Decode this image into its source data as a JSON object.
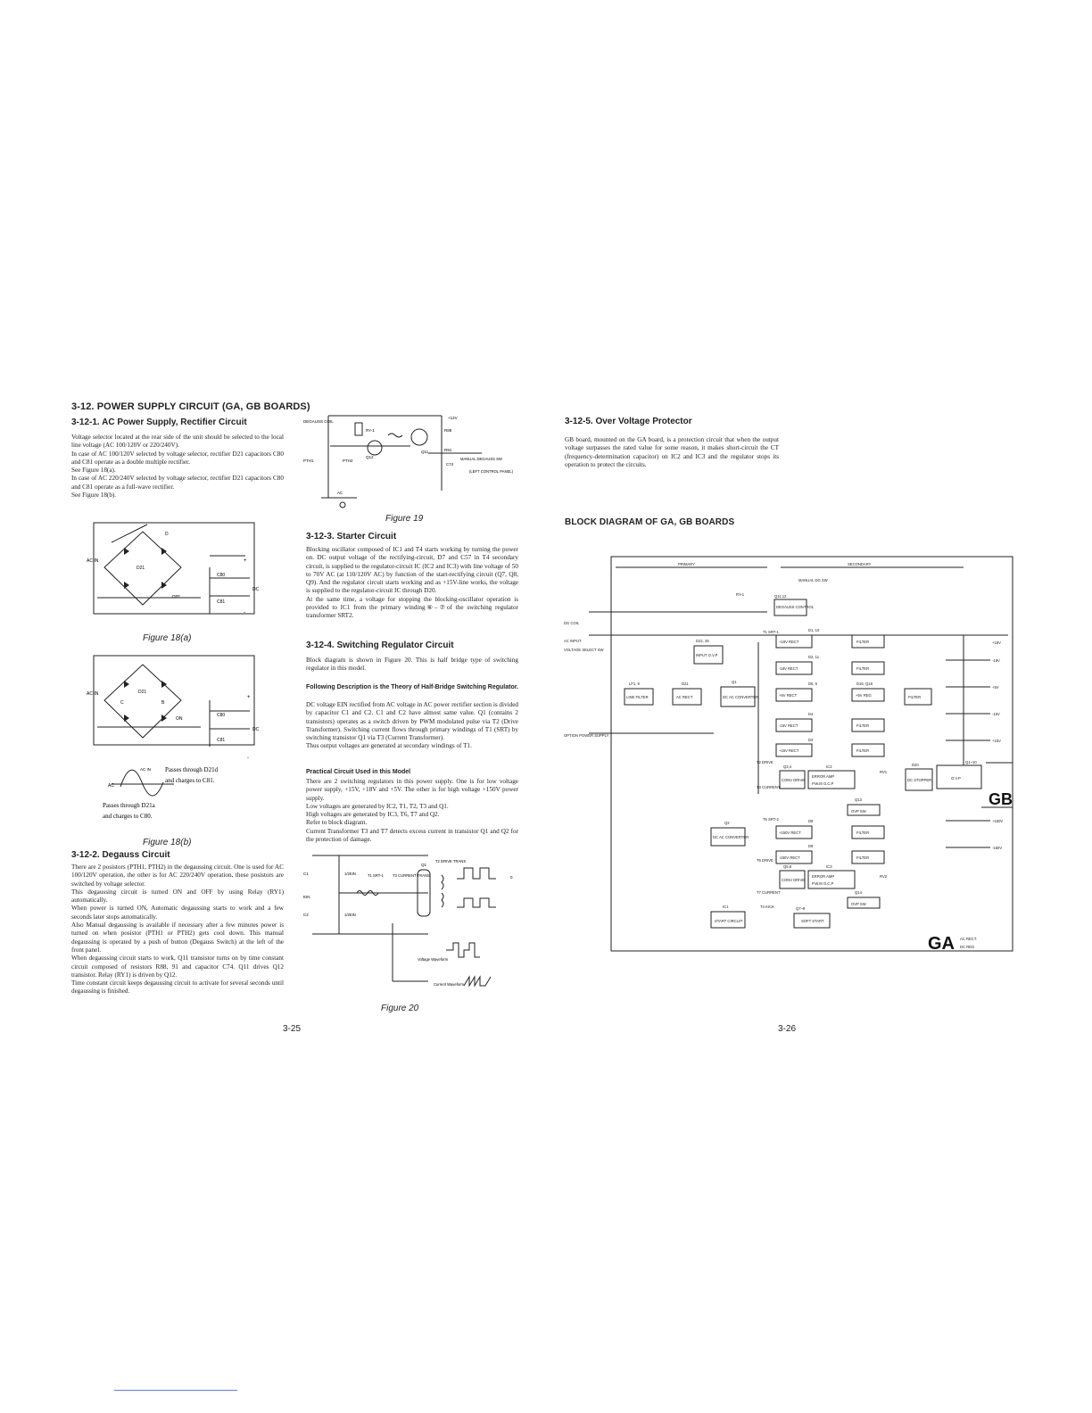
{
  "left_page": {
    "section_title": "3-12. POWER SUPPLY CIRCUIT (GA, GB BOARDS)",
    "s1_title": "3-12-1. AC Power Supply, Rectifier Circuit",
    "s1_lines": [
      "Voltage selector located at the rear side of the unit should be selected to the local line voltage (AC 100/120V or 220/240V).",
      "In case of AC 100/120V selected by voltage selector, rectifier D21 capacitors C80 and C81 operate as a double multiple rectifier.",
      "See Figure 18(a).",
      "In case of AC 220/240V selected by voltage selector, rectifier D21 capacitors C80 and C81 operate as a full-wave rectifier.",
      "See Figure 18(b)."
    ],
    "fig18a_caption": "Figure 18(a)",
    "fig18b_caption": "Figure 18(b)",
    "fig18": {
      "ac_in": "AC IN",
      "d": "D",
      "d21": "D21",
      "c80": "C80",
      "c81": "C81",
      "dc": "DC",
      "plus": "+",
      "minus": "-",
      "on": "ON",
      "off": "OFF",
      "c": "C",
      "b": "B",
      "wave_ac_in": "AC IN",
      "wave_ac": "AC",
      "passes_d21d": "Passes through D21d",
      "charges_c81": "and charges to C81.",
      "passes_d21a": "Passes through D21a",
      "charges_c80": "and charges to C80."
    },
    "s2_title": "3-12-2. Degauss Circuit",
    "s2_lines": [
      "There are 2 posistors (PTH1, PTH2) in the degaussing circuit. One is used for AC 100/120V operation, the other is for AC 220/240V operation, these posistors are switched by voltage selector.",
      "This degaussing circuit is turned ON and OFF by using Relay (RY1) automatically.",
      "When power is turned ON, Automatic degaussing starts to work and a few seconds later stops automatically.",
      "Also Manual degaussing is available if necessary after a few minutes power is turned on when posistor (PTH1 or PTH2) gets cool down. This manual degaussing is operated by a push of button (Degauss Switch) at the left of the front panel.",
      "When degaussing circuit starts to work, Q11 transistor turns on by time constant circuit composed of resistors R88, 91 and capacitor C74. Q11 drives Q12 transistor. Relay (RY1) is driven by Q12.",
      "Time constant circuit keeps degaussing circuit to activate for several seconds until degaussing is finished."
    ],
    "fig19_caption": "Figure 19",
    "fig19": {
      "degauss_coil": "DEGAUSS COIL",
      "ry1": "RY-1",
      "plus12": "+12V",
      "r88": "R88",
      "r91": "R91",
      "pth1": "PTH1",
      "pth2": "PTH2",
      "q12": "Q12",
      "q11": "Q11",
      "c74": "C74",
      "manual_sw": "MANUAL DEGAUSS SW",
      "panel": "(LEFT CONTROL PANEL)",
      "ac": "AC"
    },
    "s3_title": "3-12-3. Starter Circuit",
    "s3_lines": [
      "Blocking oscillator composed of IC1 and T4 starts working by turning the power on. DC output voltage of the rectifying-circuit, D7 and C57 in T4 secondary circuit, is supplied to the regulator-circuit IC (IC2 and IC3) with line voltage of 50 to 70V AC (at 110/120V AC) by function of the start-rectifying circuit (Q7, Q8, Q9). And the regulator circuit starts working and as +15V-line works, the voltage is supplied to the regulator-circuit IC through D20.",
      "At the same time, a voltage for stopping the blocking-oscillator operation is provided to IC1 from the primary winding⑥–⑦of the switching regulator transformer SRT2."
    ],
    "s4_title": "3-12-4. Switching Regulator Circuit",
    "s4_intro": "Block diagram is shown in Figure 20. This is half bridge type of switching regulator in this model.",
    "s4_sub1": "Following Description is the Theory of Half-Bridge Switching Regulator.",
    "s4_lines": [
      "DC voltage EIN rectified from AC voltage in AC power rectifier section is divided by capacitor C1 and C2. C1 and C2 have almost same value. Q1 (contains 2 transistors) operates as a switch driven by PWM modulated pulse via T2 (Drive Transformer). Switching current flows through primary windings of T1 (SRT) by switching transistor Q1 via T3 (Current Transformer).",
      "Thus output voltages are generated at secondary windings of T1."
    ],
    "s4_sub2": "Practical Circuit Used in this Model",
    "s4_lines2": [
      "There are 2 switching regulators in this power supply. One is for low voltage power supply, +15V, +18V and +5V. The other is for high voltage +150V power supply.",
      "Low voltages are generated by IC2, T1, T2, T3 and Q1.",
      "High voltages are generated by IC3, T6, T7 and Q2.",
      "Refer to block diagram.",
      "Current Transformer T3 and T7 detects excess current in transistor Q1 and Q2 for the protection of damage."
    ],
    "fig20_caption": "Figure 20",
    "fig20": {
      "c1": "C1",
      "c2": "C2",
      "half_e1": "1/2EIN",
      "half_e2": "1/2EIN",
      "t1": "T1 SRT-1",
      "t3": "T3 CURRENT TRANS",
      "t2": "T2 DRIVE TRANS",
      "q1": "Q1",
      "ein": "EIN",
      "voltage_wave": "Voltage Waveform",
      "current_wave": "Current Waveform",
      "zero": "0"
    },
    "page_number": "3-25"
  },
  "right_page": {
    "s5_title": "3-12-5. Over Voltage Protector",
    "s5_text": "GB board, mounted on the GA board, is a protection circuit that when the output voltage surpasses the rated value for some reason, it makes short-circuit the CT (frequency-determination capacitor) on IC2 and IC3 and the regulator stops its operation to protect the circuits.",
    "block_title": "BLOCK DIAGRAM OF GA, GB BOARDS",
    "block": {
      "primary": "PRIMARY",
      "secondary": "SECONDARY",
      "manual_sw": "MANUAL DG SW",
      "q11_12": "Q11,12",
      "degauss_control": "DEGAUSS CONTROL",
      "ry1": "RY-1",
      "dg_coil": "DG COIL",
      "ac_input": "AC INPUT",
      "voltage_select_sw": "VOLTAGE SELECT SW",
      "option_power": "OPTION POWER SUPPLY",
      "lf": "LF1, 8",
      "line_filter": "LINE FILTER",
      "d21": "D21",
      "ac_rect": "AC RECT",
      "d22_26": "D22, 26",
      "input_ovp": "INPUT O.V.P",
      "q1": "Q1",
      "dc_ac_conv": "DC AC CONVERTER",
      "t1_srt1": "T1 SRT-1",
      "d1_10": "D1, 10",
      "d2_11": "D2, 11",
      "d5_6": "D5, 6",
      "d4": "D4",
      "d3": "D3",
      "d16_18": "D16, Q18",
      "r18v": "+18V RECT",
      "rm18v": "-18V RECT",
      "r5v": "+5V RECT",
      "rm15v": "-15V RECT",
      "r15v": "+15V RECT",
      "reg5v": "+5V REG",
      "filter": "FILTER",
      "out_p18": "+18V",
      "out_m18": "-18V",
      "out_p5": "+5V",
      "out_m15": "-15V",
      "out_p15": "+15V",
      "t2_drive": "T2 DRIVE",
      "t3_current": "T3 CURRENT",
      "q3_4": "Q3,4",
      "ic2": "IC2",
      "conv_drive": "CONV DRIVE",
      "error_amp": "ERROR AMP",
      "pwm_ocp": "P.W.M  O.C.P",
      "rv1": "RV1",
      "d20": "D20",
      "dc_stopper": "DC STOPPER",
      "q13": "Q13",
      "ovp_sw": "OVP SW",
      "q1_10": "Q1~10",
      "ovp": "O.V.P",
      "gb": "GB",
      "t5_srt2": "T5 SRT-2",
      "q2": "Q2",
      "d8": "D8",
      "d9": "D9",
      "r150": "+150V RECT",
      "rm150": "-150V RECT",
      "out_p150": "+150V",
      "out_m150": "-150V",
      "t6_drive": "T6 DRIVE",
      "t7_current": "T7 CURRENT",
      "q5_6": "Q5,6",
      "ic3": "IC3",
      "rv2": "RV2",
      "q14": "Q14",
      "t4_kick": "T4 KICK",
      "q7_9": "Q7~9",
      "ic1": "IC1",
      "start_circuit": "START CIRCUIT",
      "soft_start": "SOFT START",
      "ga": "GA",
      "ac_rect2": "AC RECT.",
      "dc_reg": "DC REG"
    },
    "page_number": "3-26"
  }
}
